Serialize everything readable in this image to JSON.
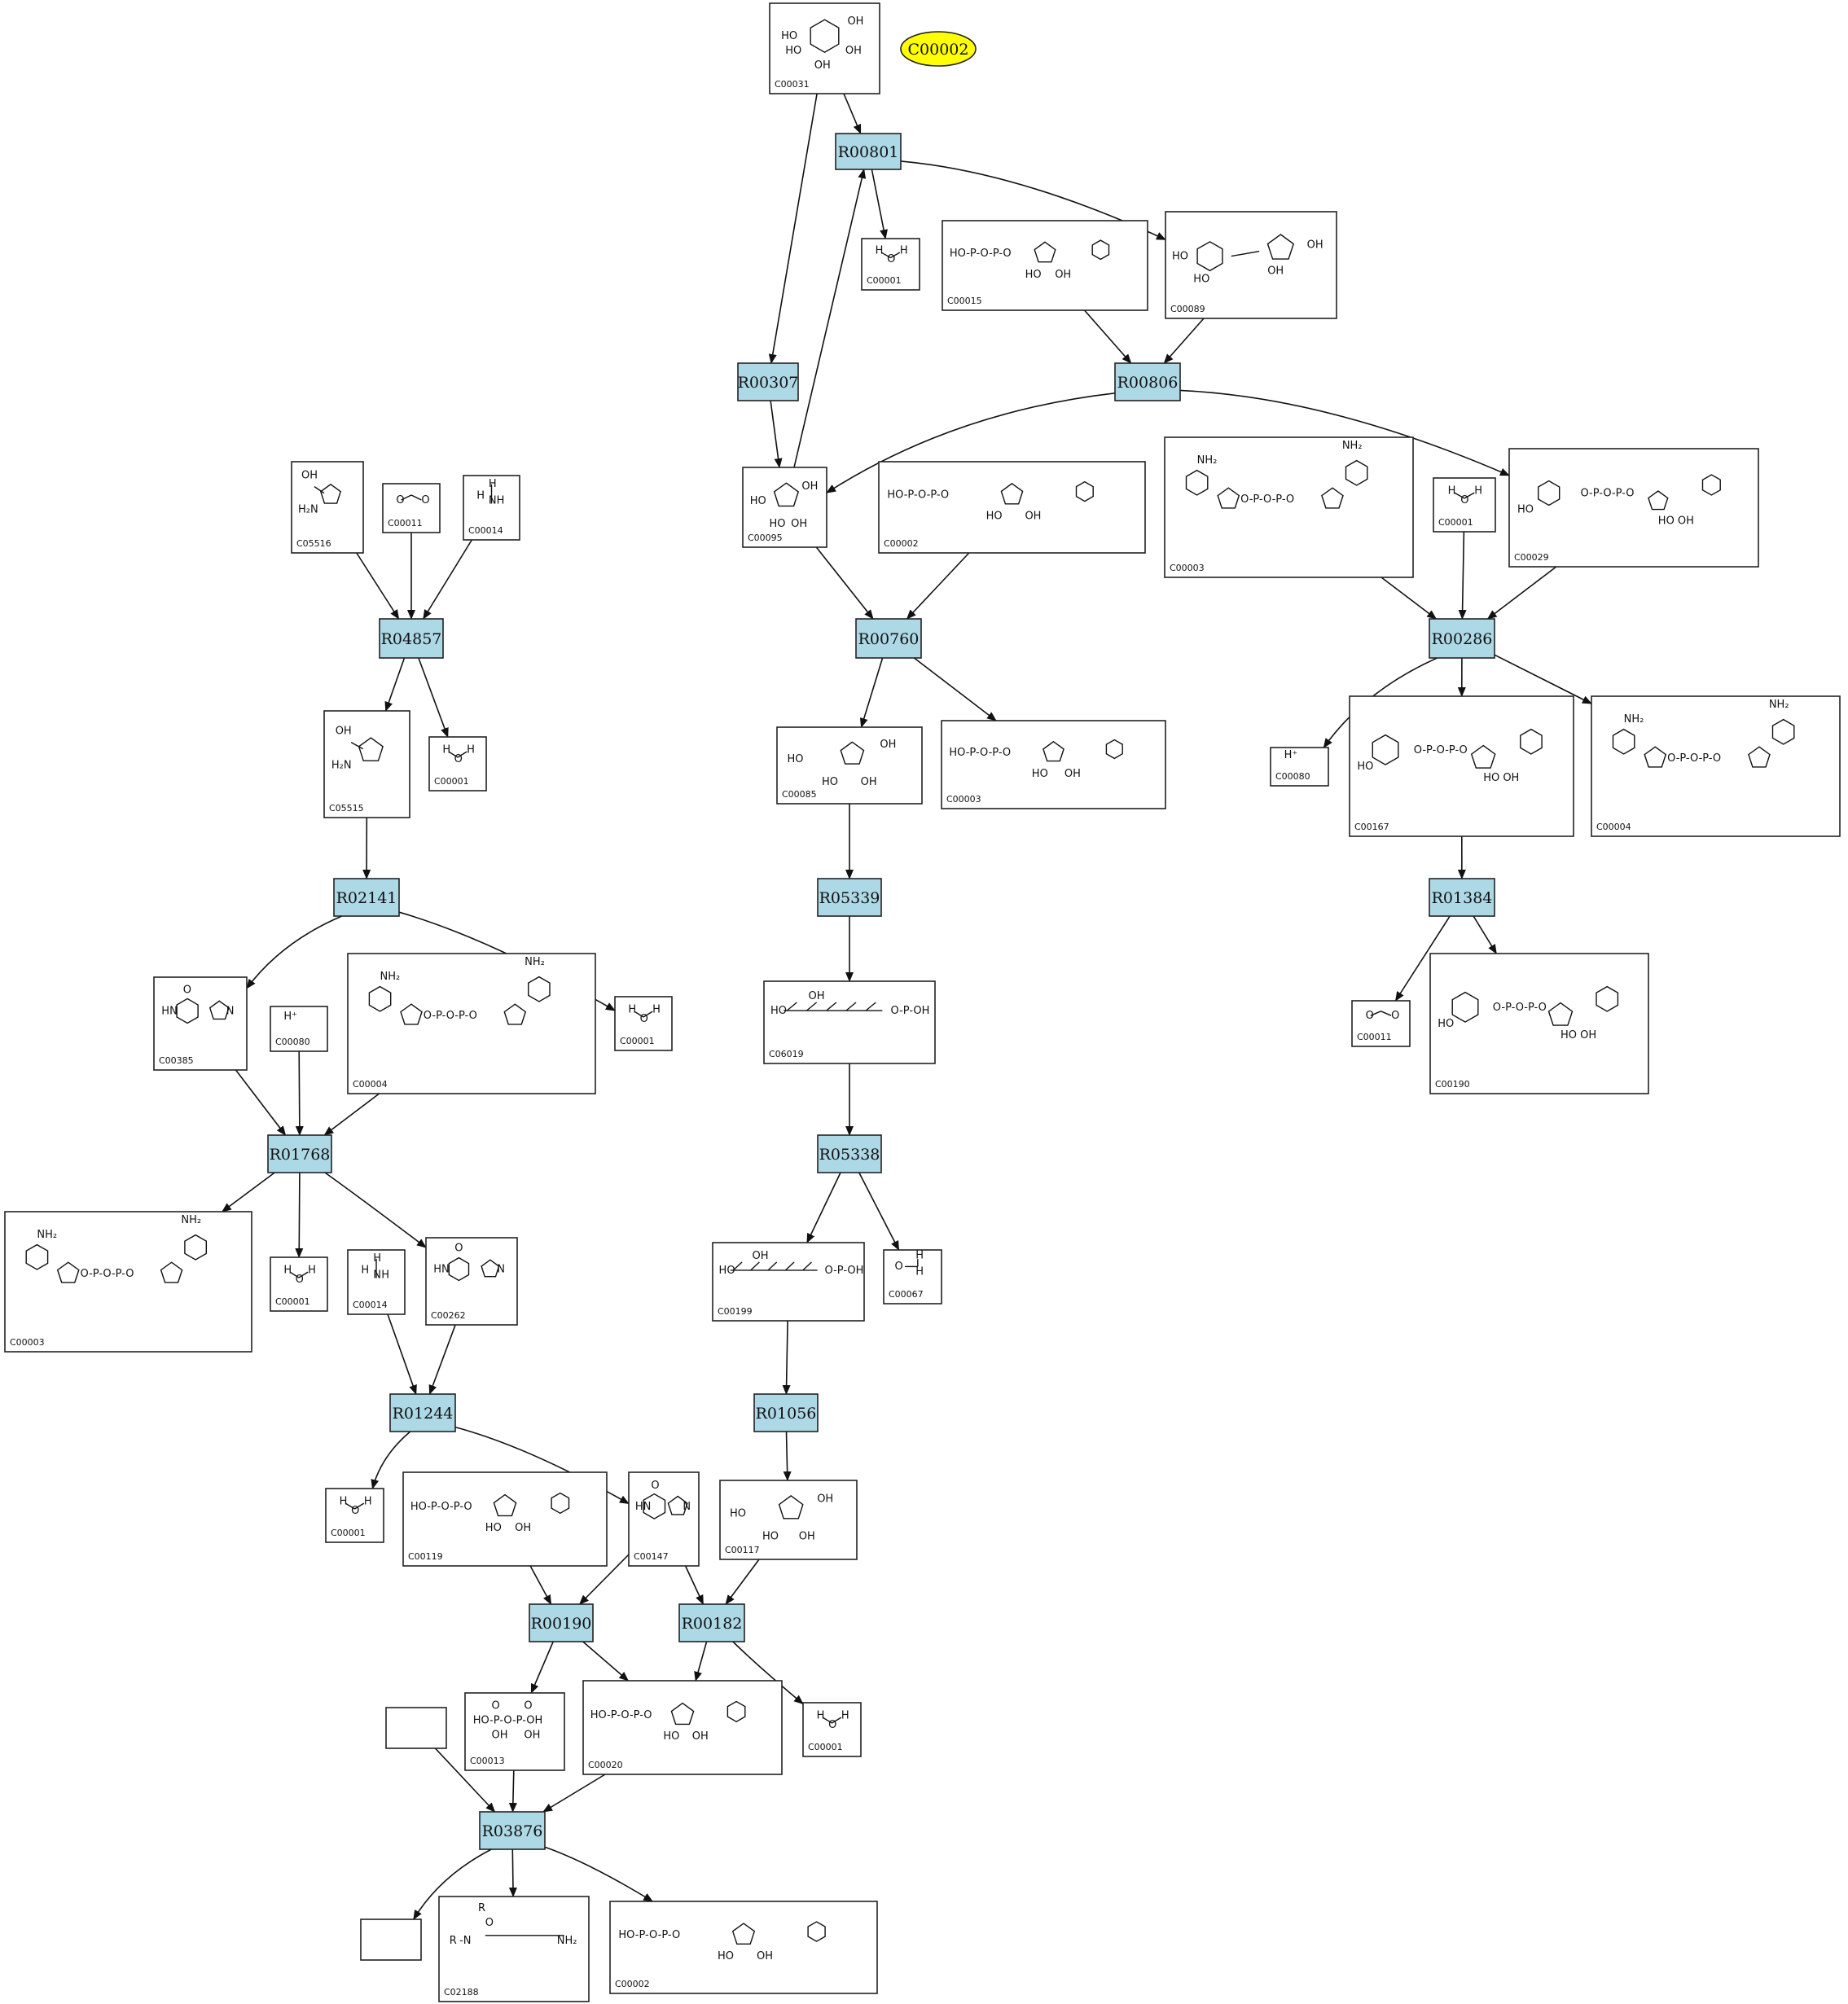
{
  "legend": {
    "text": "C00002",
    "color": "#ffff00"
  },
  "colors": {
    "reaction_fill": "#add8e6",
    "compound_fill": "#ffffff",
    "edge": "#111111"
  },
  "reactions": [
    {
      "id": "R00801",
      "label": "R00801"
    },
    {
      "id": "R00307",
      "label": "R00307"
    },
    {
      "id": "R00806",
      "label": "R00806"
    },
    {
      "id": "R04857",
      "label": "R04857"
    },
    {
      "id": "R00760",
      "label": "R00760"
    },
    {
      "id": "R00286",
      "label": "R00286"
    },
    {
      "id": "R02141",
      "label": "R02141"
    },
    {
      "id": "R05339",
      "label": "R05339"
    },
    {
      "id": "R01384",
      "label": "R01384"
    },
    {
      "id": "R01768",
      "label": "R01768"
    },
    {
      "id": "R05338",
      "label": "R05338"
    },
    {
      "id": "R01244",
      "label": "R01244"
    },
    {
      "id": "R01056",
      "label": "R01056"
    },
    {
      "id": "R00190",
      "label": "R00190"
    },
    {
      "id": "R00182",
      "label": "R00182"
    },
    {
      "id": "R03876",
      "label": "R03876"
    }
  ],
  "compounds": [
    {
      "id": "n_C00031",
      "label": "C00031",
      "glyph": "hexose"
    },
    {
      "id": "n_C00001a",
      "label": "C00001",
      "glyph": "water"
    },
    {
      "id": "n_C00015",
      "label": "C00015",
      "glyph": "nucleotide"
    },
    {
      "id": "n_C00089",
      "label": "C00089",
      "glyph": "disaccharide"
    },
    {
      "id": "n_C05516",
      "label": "C05516",
      "glyph": "imidazole"
    },
    {
      "id": "n_C00011a",
      "label": "C00011",
      "glyph": "co2"
    },
    {
      "id": "n_C00014a",
      "label": "C00014",
      "glyph": "ammonia"
    },
    {
      "id": "n_C00095",
      "label": "C00095",
      "glyph": "furanose"
    },
    {
      "id": "n_C00002a",
      "label": "C00002",
      "glyph": "nucleotide"
    },
    {
      "id": "n_C00003a",
      "label": "C00003",
      "glyph": "dinucleotide"
    },
    {
      "id": "n_C00001b",
      "label": "C00001",
      "glyph": "water"
    },
    {
      "id": "n_C00029",
      "label": "C00029",
      "glyph": "sugarnucleotide"
    },
    {
      "id": "n_C05515",
      "label": "C05515",
      "glyph": "imidazole"
    },
    {
      "id": "n_C00001c",
      "label": "C00001",
      "glyph": "water"
    },
    {
      "id": "n_C00085",
      "label": "C00085",
      "glyph": "furanose"
    },
    {
      "id": "n_C00003b",
      "label": "C00003",
      "glyph": "nucleotide"
    },
    {
      "id": "n_C00080a",
      "label": "C00080",
      "glyph": "proton"
    },
    {
      "id": "n_C00167",
      "label": "C00167",
      "glyph": "sugarnucleotide"
    },
    {
      "id": "n_C00004a",
      "label": "C00004",
      "glyph": "dinucleotide"
    },
    {
      "id": "n_C06019",
      "label": "C06019",
      "glyph": "chainphosphate"
    },
    {
      "id": "n_C00385",
      "label": "C00385",
      "glyph": "purine"
    },
    {
      "id": "n_C00080b",
      "label": "C00080",
      "glyph": "proton"
    },
    {
      "id": "n_C00004b",
      "label": "C00004",
      "glyph": "dinucleotide"
    },
    {
      "id": "n_C00001d",
      "label": "C00001",
      "glyph": "water"
    },
    {
      "id": "n_C00011b",
      "label": "C00011",
      "glyph": "co2"
    },
    {
      "id": "n_C00190",
      "label": "C00190",
      "glyph": "sugarnucleotide"
    },
    {
      "id": "n_C00003c",
      "label": "C00003",
      "glyph": "dinucleotide"
    },
    {
      "id": "n_C00001e",
      "label": "C00001",
      "glyph": "water"
    },
    {
      "id": "n_C00014b",
      "label": "C00014",
      "glyph": "ammonia"
    },
    {
      "id": "n_C00262",
      "label": "C00262",
      "glyph": "purine"
    },
    {
      "id": "n_C00199",
      "label": "C00199",
      "glyph": "chainphosphate"
    },
    {
      "id": "n_C00067",
      "label": "C00067",
      "glyph": "formaldehyde"
    },
    {
      "id": "n_C00001f",
      "label": "C00001",
      "glyph": "water"
    },
    {
      "id": "n_C00119",
      "label": "C00119",
      "glyph": "nucleotide"
    },
    {
      "id": "n_C00147",
      "label": "C00147",
      "glyph": "purine"
    },
    {
      "id": "n_C00117",
      "label": "C00117",
      "glyph": "furanose"
    },
    {
      "id": "n_C00013",
      "label": "C00013",
      "glyph": "pyrophosphate"
    },
    {
      "id": "n_C00020",
      "label": "C00020",
      "glyph": "nucleotide"
    },
    {
      "id": "n_C00001g",
      "label": "C00001",
      "glyph": "water"
    },
    {
      "id": "n_blank1",
      "label": "",
      "glyph": "none"
    },
    {
      "id": "n_blank2",
      "label": "",
      "glyph": "none"
    },
    {
      "id": "n_C02188",
      "label": "C02188",
      "glyph": "lysine"
    },
    {
      "id": "n_C00002b",
      "label": "C00002",
      "glyph": "nucleotide"
    }
  ]
}
